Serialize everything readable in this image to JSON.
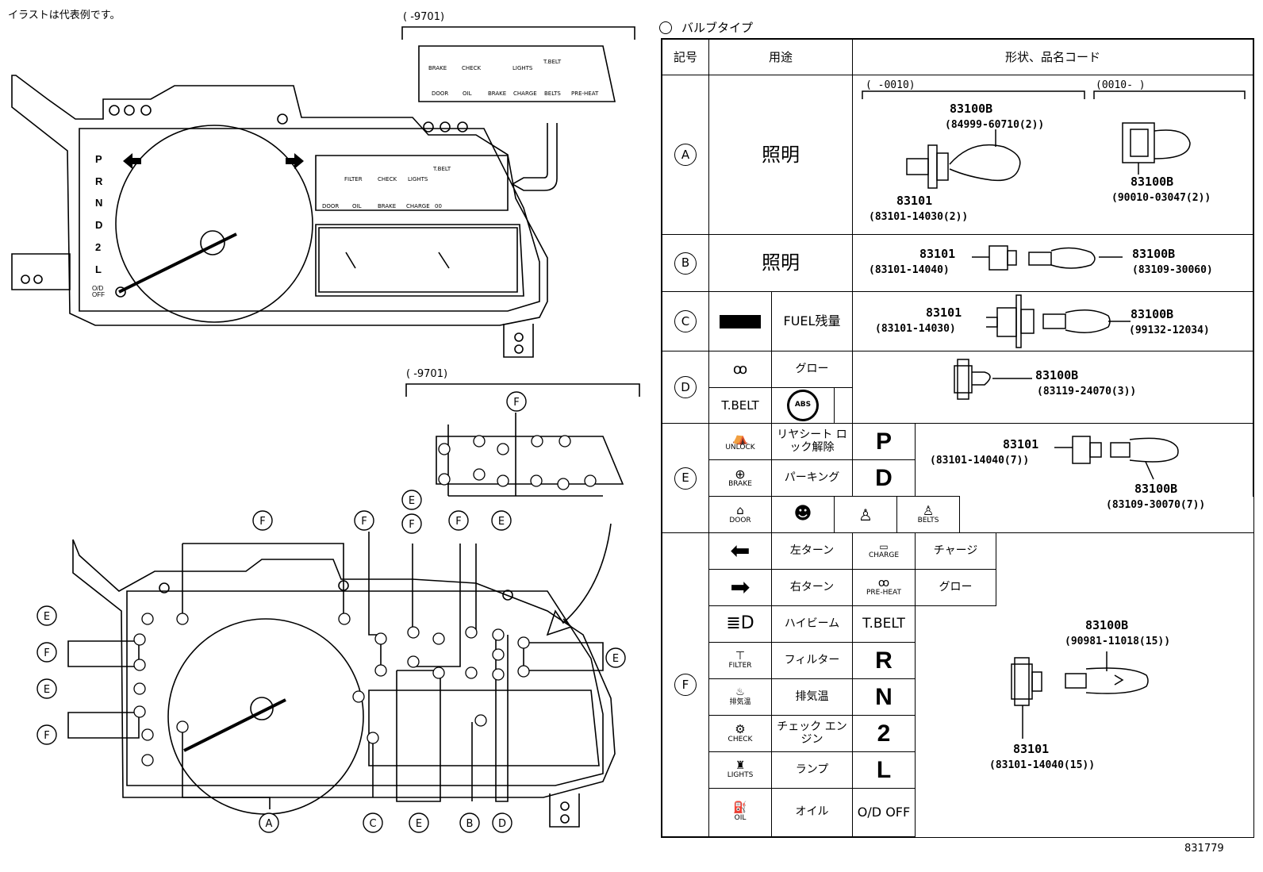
{
  "note": "イラストは代表例です。",
  "footer_code": "831779",
  "period_top": "( -9701)",
  "period_bottom": "( -9701)",
  "legend_title": "バルブタイプ",
  "headers": {
    "symbol": "記号",
    "usage": "用途",
    "shape": "形状、品名コード"
  },
  "gauge_letters": [
    "P",
    "R",
    "N",
    "D",
    "2",
    "L",
    "O/D OFF"
  ],
  "warning_labels_top": [
    "FILTER",
    "CHECK",
    "LIGHTS",
    "T.BELT"
  ],
  "warning_labels_bottom": [
    "DOOR",
    "OIL",
    "BRAKE",
    "CHARGE",
    "BELTS",
    "PRE-HEAT"
  ],
  "callouts": {
    "A": "A",
    "B": "B",
    "C": "C",
    "D": "D",
    "E": "E",
    "F": "F"
  },
  "row_A": {
    "usage": "照明",
    "period_left": "( -0010)",
    "period_right": "(0010- )",
    "bulb_left": "83100B",
    "bulb_left_code": "(84999-60710(2))",
    "socket_left": "83101",
    "socket_left_code": "(83101-14030(2))",
    "bulb_right": "83100B",
    "bulb_right_code": "(90010-03047(2))"
  },
  "row_B": {
    "usage": "照明",
    "socket": "83101",
    "socket_code": "(83101-14040)",
    "bulb": "83100B",
    "bulb_code": "(83109-30060)"
  },
  "row_C": {
    "usage": "FUEL残量",
    "socket": "83101",
    "socket_code": "(83101-14030)",
    "bulb": "83100B",
    "bulb_code": "(99132-12034)"
  },
  "row_D": {
    "glow": "グロー",
    "tbelt": "T.BELT",
    "abs": "ABS",
    "bulb": "83100B",
    "bulb_code": "(83119-24070(3))"
  },
  "row_E": {
    "unlock_icon_label": "UNLOCK",
    "unlock_text": "リヤシート ロック解除",
    "p": "P",
    "brake_icon_label": "BRAKE",
    "parking_text": "パーキング",
    "d": "D",
    "door_label": "DOOR",
    "belts_label": "BELTS",
    "socket": "83101",
    "socket_code": "(83101-14040(7))",
    "bulb": "83100B",
    "bulb_code": "(83109-30070(7))"
  },
  "row_F": {
    "items": [
      {
        "icon_label": "",
        "text": "左ターン"
      },
      {
        "icon_label": "",
        "text": "右ターン"
      },
      {
        "icon_label": "",
        "text": "ハイビーム"
      },
      {
        "icon_label": "FILTER",
        "text": "フィルター"
      },
      {
        "icon_label": "排気温",
        "text": "排気温"
      },
      {
        "icon_label": "CHECK",
        "text": "チェック エンジン"
      },
      {
        "icon_label": "LIGHTS",
        "text": "ランプ"
      },
      {
        "icon_label": "OIL",
        "text": "オイル"
      }
    ],
    "charge_label": "CHARGE",
    "charge_text": "チャージ",
    "preheat_label": "PRE-HEAT",
    "glow_text": "グロー",
    "tbelt": "T.BELT",
    "r": "R",
    "n": "N",
    "two": "2",
    "l": "L",
    "odoff": "O/D OFF",
    "bulb": "83100B",
    "bulb_code": "(90981-11018(15))",
    "socket": "83101",
    "socket_code": "(83101-14040(15))"
  }
}
